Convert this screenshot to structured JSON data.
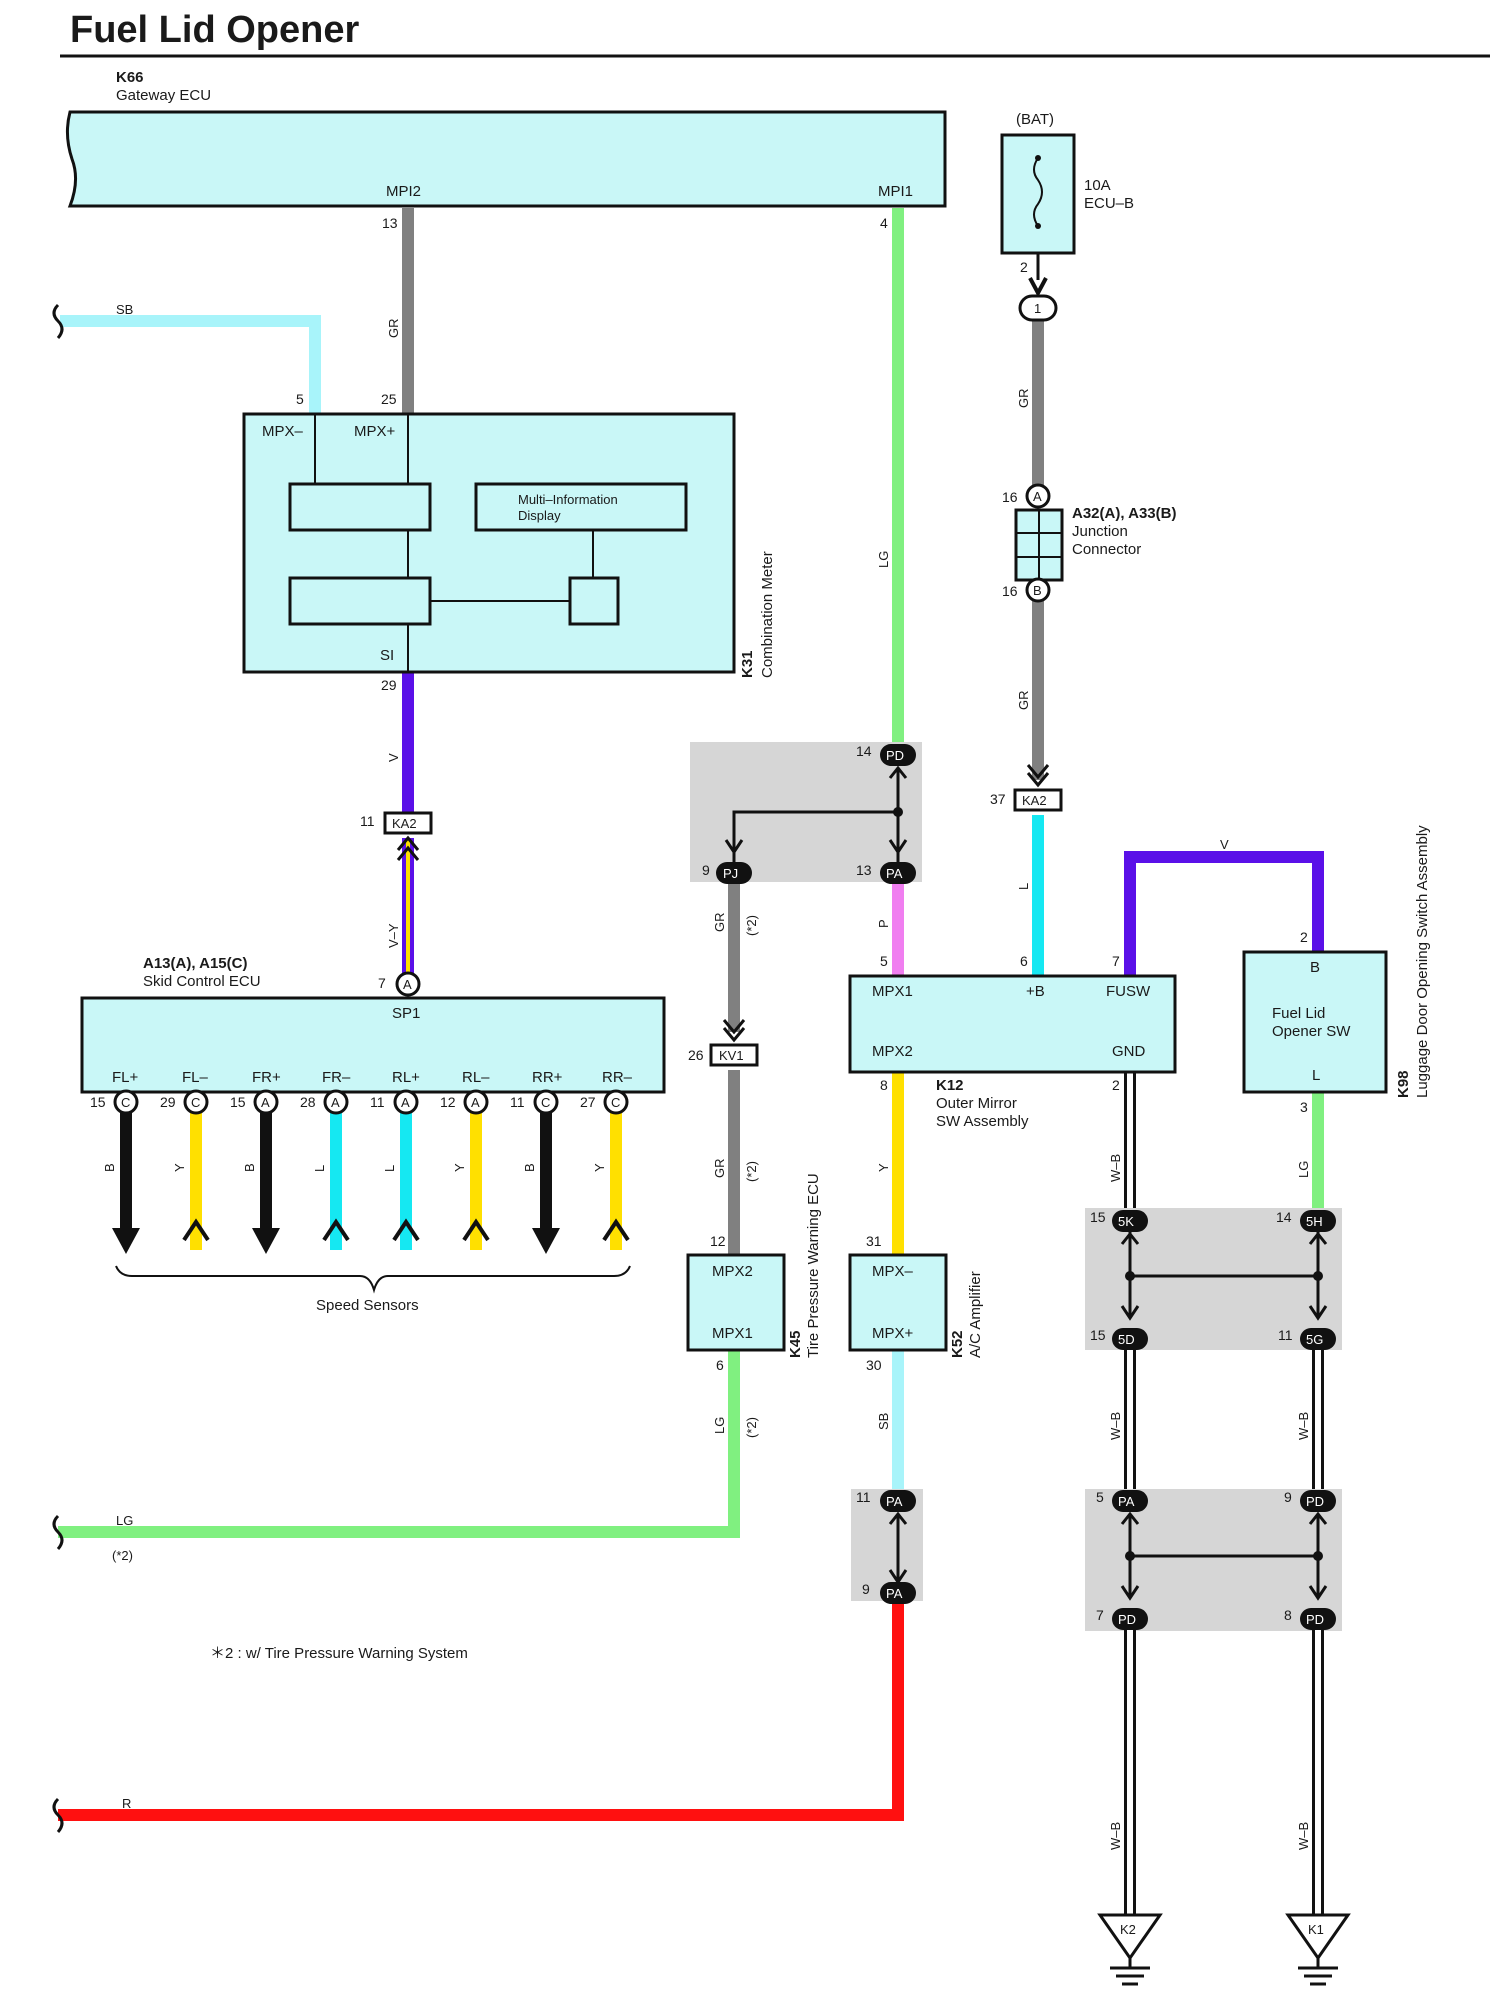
{
  "title": "Fuel Lid Opener",
  "components": {
    "gateway": {
      "code": "K66",
      "name": "Gateway ECU",
      "pin_mpi2": "MPI2",
      "pin_mpi1": "MPI1",
      "num_mpi2": "13",
      "num_mpi1": "4"
    },
    "battery": {
      "label": "(BAT)",
      "fuse_rating": "10A",
      "fuse_name": "ECU–B",
      "pin": "2",
      "junction": "1"
    },
    "junction_conn": {
      "code": "A32(A), A33(B)",
      "name1": "Junction",
      "name2": "Connector",
      "pin_a_num": "16",
      "pin_a": "A",
      "pin_b_num": "16",
      "pin_b": "B"
    },
    "combo_meter": {
      "code": "K31",
      "name": "Combination Meter",
      "mpx_minus": "MPX–",
      "mpx_plus": "MPX+",
      "si": "SI",
      "mid_line1": "Multi–Information",
      "mid_line2": "Display",
      "pin5": "5",
      "pin25": "25",
      "pin29": "29"
    },
    "skid": {
      "code": "A13(A), A15(C)",
      "name": "Skid Control ECU",
      "sp1": "SP1",
      "pin7": "7",
      "pin7_conn": "A"
    },
    "speed_sensors": "Speed Sensors",
    "tpw_ecu": {
      "code": "K45",
      "name": "Tire Pressure Warning ECU",
      "mpx2": "MPX2",
      "mpx1": "MPX1",
      "pin12": "12",
      "pin6": "6"
    },
    "outer_mirror": {
      "code": "K12",
      "name1": "Outer Mirror",
      "name2": "SW Assembly",
      "mpx1": "MPX1",
      "plus_b": "+B",
      "fusw": "FUSW",
      "mpx2": "MPX2",
      "gnd": "GND",
      "pin5": "5",
      "pin6": "6",
      "pin7": "7",
      "pin8": "8",
      "pin2": "2"
    },
    "ac_amp": {
      "code": "K52",
      "name": "A/C Amplifier",
      "mpx_minus": "MPX–",
      "mpx_plus": "MPX+",
      "pin31": "31",
      "pin30": "30"
    },
    "fuel_sw": {
      "code": "K98",
      "name": "Luggage Door Opening Switch Assembly",
      "b": "B",
      "l": "L",
      "line1": "Fuel Lid",
      "line2": "Opener SW",
      "pin2": "2",
      "pin3": "3"
    }
  },
  "sensor_pins": [
    {
      "label": "FL+",
      "num": "15",
      "conn": "C",
      "color": "B"
    },
    {
      "label": "FL–",
      "num": "29",
      "conn": "C",
      "color": "Y"
    },
    {
      "label": "FR+",
      "num": "15",
      "conn": "A",
      "color": "B"
    },
    {
      "label": "FR–",
      "num": "28",
      "conn": "A",
      "color": "L"
    },
    {
      "label": "RL+",
      "num": "11",
      "conn": "A",
      "color": "L"
    },
    {
      "label": "RL–",
      "num": "12",
      "conn": "A",
      "color": "Y"
    },
    {
      "label": "RR+",
      "num": "11",
      "conn": "C",
      "color": "B"
    },
    {
      "label": "RR–",
      "num": "27",
      "conn": "C",
      "color": "Y"
    }
  ],
  "connectors": {
    "ka2_top": {
      "num": "11",
      "code": "KA2"
    },
    "ka2_right": {
      "num": "37",
      "code": "KA2"
    },
    "kv1": {
      "num": "26",
      "code": "KV1"
    },
    "pd14": {
      "num": "14",
      "code": "PD"
    },
    "pj9": {
      "num": "9",
      "code": "PJ"
    },
    "pa13": {
      "num": "13",
      "code": "PA"
    },
    "pa11": {
      "num": "11",
      "code": "PA"
    },
    "pa9": {
      "num": "9",
      "code": "PA"
    },
    "c5k": {
      "num": "15",
      "code": "5K"
    },
    "c5d": {
      "num": "15",
      "code": "5D"
    },
    "c5h": {
      "num": "14",
      "code": "5H"
    },
    "c5g": {
      "num": "11",
      "code": "5G"
    },
    "pa5": {
      "num": "5",
      "code": "PA"
    },
    "pd7": {
      "num": "7",
      "code": "PD"
    },
    "pd9": {
      "num": "9",
      "code": "PD"
    },
    "pd8": {
      "num": "8",
      "code": "PD"
    }
  },
  "wire_labels": {
    "sb_left": "SB",
    "gr_mpi2": "GR",
    "lg_mpi1": "LG",
    "gr_bat": "GR",
    "gr_j2": "GR",
    "v_si": "V",
    "vy": "V–Y",
    "gr_pj": "GR",
    "star2a": "(*2)",
    "p_pa": "P",
    "l_ka2": "L",
    "v_top": "V",
    "gr_kv1": "GR",
    "star2b": "(*2)",
    "y_mpx2": "Y",
    "wb_gnd": "W–B",
    "lg_k98": "LG",
    "lg_k45": "LG",
    "star2c": "(*2)",
    "sb_k52": "SB",
    "wb_mid1": "W–B",
    "wb_mid2": "W–B",
    "lg_left": "LG",
    "star2_left": "(*2)",
    "r_left": "R",
    "wb_bot1": "W–B",
    "wb_bot2": "W–B"
  },
  "grounds": {
    "left": "K2",
    "right": "K1"
  },
  "footnote": "＊2 : w/ Tire Pressure Warning System",
  "colors": {
    "GR": "#808080",
    "LG": "#80f080",
    "SB": "#a8f4fa",
    "V": "#5a10e8",
    "P": "#f07ef0",
    "L": "#15e8f2",
    "Y": "#ffe000",
    "B": "#111111",
    "R": "#ff1010",
    "WB": "#ffffff",
    "component_fill": "#c9f7f7",
    "splice_gray": "#d6d6d6"
  }
}
